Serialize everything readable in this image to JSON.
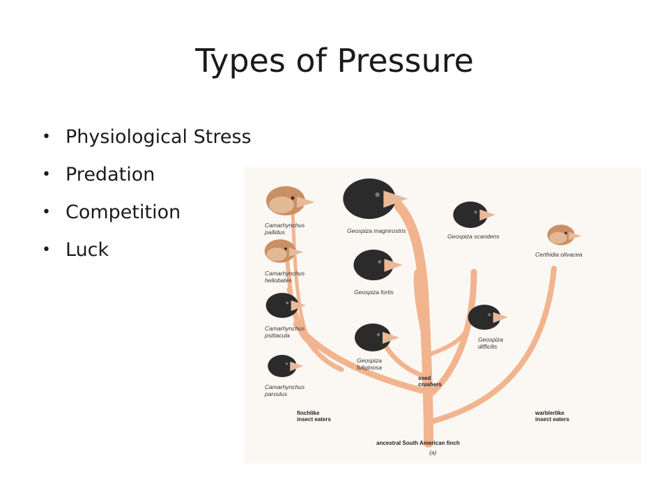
{
  "slide": {
    "title": "Types of Pressure",
    "bullets": [
      "Physiological Stress",
      "Predation",
      "Competition",
      "Luck"
    ]
  },
  "figure": {
    "species": {
      "pallidus": [
        "Camarhynchus",
        "pallidus"
      ],
      "heliobates": [
        "Camarhynchus",
        "heliobates"
      ],
      "psittacula": [
        "Camarhynchus",
        "psittacula"
      ],
      "parvulus": [
        "Camarhynchus",
        "parvulus"
      ],
      "magnirostris": "Geospiza magnirostris",
      "fortis": "Geospiza fortis",
      "fuliginosa": [
        "Geospiza",
        "fuliginosa"
      ],
      "scandens": "Geospiza scandens",
      "difficilis": [
        "Geospiza",
        "difficilis"
      ],
      "olivacea": "Certhidia olivacea"
    },
    "groups": {
      "seed_crushers": [
        "seed",
        "crushers"
      ],
      "finchlike": [
        "finchlike",
        "insect eaters"
      ],
      "warblerlike": [
        "warblerlike",
        "insect eaters"
      ],
      "ancestor": "ancestral South American finch",
      "panel": "(a)"
    },
    "colors": {
      "branch": "#f2b48e",
      "bird_dark": "#2b2b2b",
      "bird_brown": "#c98f65",
      "beak": "#e9b99a"
    }
  }
}
